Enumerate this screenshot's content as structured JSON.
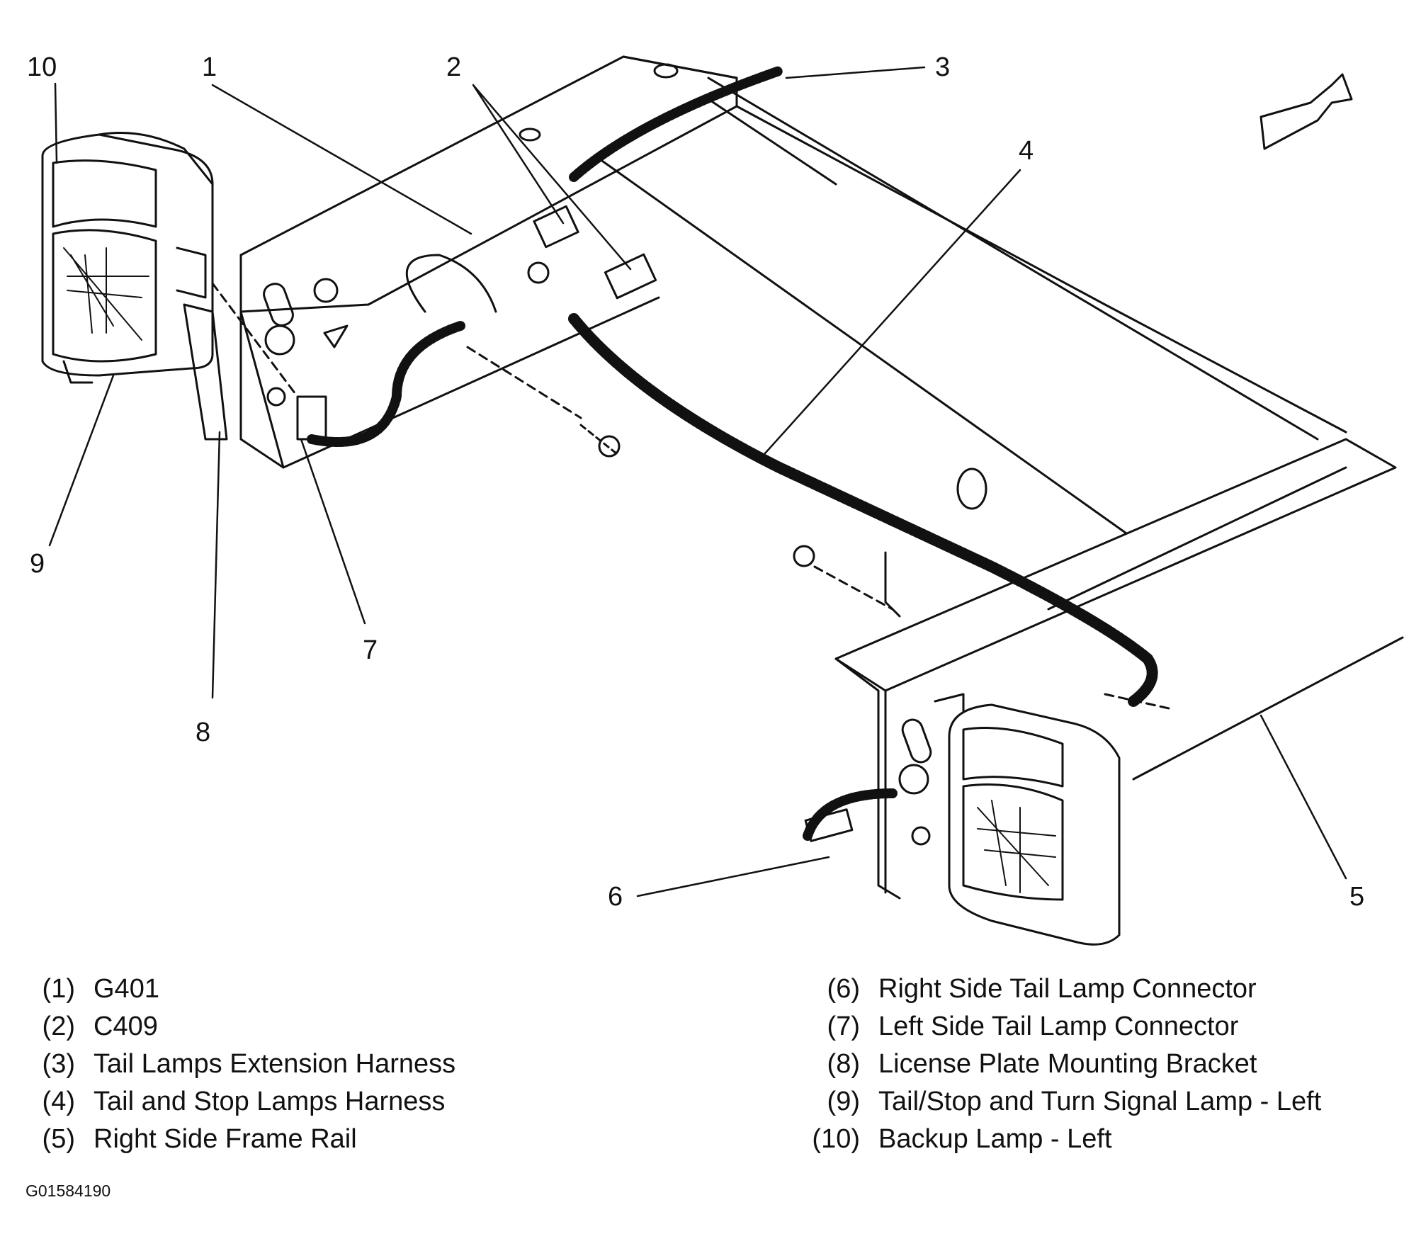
{
  "diagram": {
    "callouts": [
      "1",
      "2",
      "3",
      "4",
      "5",
      "6",
      "7",
      "8",
      "9",
      "10"
    ]
  },
  "legend": {
    "left": [
      {
        "num": "(1)",
        "label": "G401"
      },
      {
        "num": "(2)",
        "label": "C409"
      },
      {
        "num": "(3)",
        "label": "Tail Lamps Extension Harness"
      },
      {
        "num": "(4)",
        "label": "Tail and Stop Lamps Harness"
      },
      {
        "num": "(5)",
        "label": "Right Side Frame Rail"
      }
    ],
    "right": [
      {
        "num": "(6)",
        "label": "Right Side Tail Lamp Connector"
      },
      {
        "num": "(7)",
        "label": "Left Side Tail Lamp Connector"
      },
      {
        "num": "(8)",
        "label": "License Plate Mounting Bracket"
      },
      {
        "num": "(9)",
        "label": "Tail/Stop and Turn Signal Lamp - Left"
      },
      {
        "num": "(10)",
        "label": "Backup Lamp - Left"
      }
    ]
  },
  "figure_id": "G01584190",
  "icons": [
    "direction-arrow-icon"
  ]
}
